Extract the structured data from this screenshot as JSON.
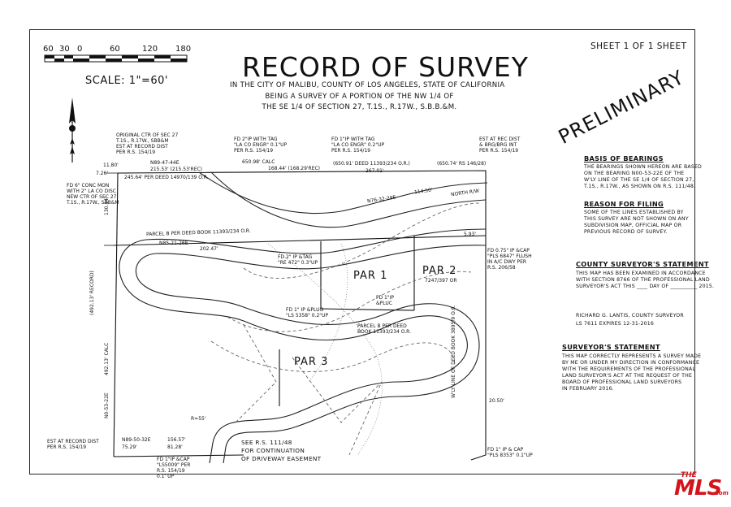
{
  "scale_bar": {
    "ticks": [
      "60",
      "30",
      "0",
      "60",
      "120",
      "180"
    ],
    "label": "SCALE: 1\"=60'"
  },
  "title": {
    "main": "RECORD OF SURVEY",
    "line1": "IN THE CITY OF MALIBU, COUNTY OF LOS ANGELES, STATE OF CALIFORNIA",
    "line2": "BEING A SURVEY OF A PORTION OF THE NW 1/4 OF",
    "line3": "THE SE 1/4 OF SECTION 27, T.1S., R.17W., S.B.B.&M."
  },
  "sheet": "SHEET 1 OF 1 SHEET",
  "preliminary": "PRELIMINARY",
  "basis_of_bearings": {
    "heading": "BASIS OF BEARINGS",
    "lines": [
      "THE BEARINGS SHOWN HEREON ARE BASED",
      "ON THE BEARING N00-53-22E OF THE",
      "W'LY LINE OF THE SE 1/4 OF SECTION 27,",
      "T.1S., R.17W., AS SHOWN ON R.S. 111/48."
    ]
  },
  "reason_for_filing": {
    "heading": "REASON FOR FILING",
    "lines": [
      "SOME OF THE LINES ESTABLISHED BY",
      "THIS SURVEY ARE NOT SHOWN ON ANY",
      "SUBDIVISION MAP, OFFICIAL MAP OR",
      "PREVIOUS RECORD OF SURVEY."
    ]
  },
  "county_surveyor": {
    "heading": "COUNTY SURVEYOR'S STATEMENT",
    "lines": [
      "THIS MAP HAS BEEN EXAMINED IN ACCORDANCE",
      "WITH SECTION 8766 OF THE PROFESSIONAL LAND",
      "SURVEYOR'S ACT THIS ____ DAY OF __________ 2015."
    ],
    "sig1": "RICHARD G. LANTIS, COUNTY SURVEYOR",
    "sig2": "LS 7611   EXPIRES 12-31-2016"
  },
  "surveyor": {
    "heading": "SURVEYOR'S STATEMENT",
    "lines": [
      "THIS MAP CORRECTLY REPRESENTS A SURVEY MADE",
      "BY ME OR UNDER MY DIRECTION IN CONFORMANCE",
      "WITH THE REQUIREMENTS OF THE PROFESSIONAL",
      "LAND SURVEYOR'S ACT AT THE REQUEST OF THE",
      "BOARD OF PROFESSIONAL LAND SURVEYORS",
      "IN FEBRUARY 2016."
    ]
  },
  "map_notes": {
    "orig_ctr": "ORIGINAL CTR OF SEC 27\nT.1S., R.17W., SBB&M\nEST AT RECORD DIST\nPER R.S. 154/19",
    "fd2ip": "FD 2\"IP WITH TAG\n\"LA CO ENGR\" 0.1\"UP\nPER R.S. 154/19",
    "fd1ip_top": "FD 1\"IP WITH TAG\n\"LA CO ENGR\" 0.2\"UP\nPER R.S. 154/19",
    "est_rec_top": "EST AT REC DIST\n& BRG/BRG INT\nPER R.S. 154/19",
    "fd6": "FD 6\" CONC MON\nWITH 2\" LA CO DISC\nNEW CTR OF SEC 27\nT.1S., R.17W., SBB&M",
    "n89_top": "N89-47-44E",
    "d215": "215.53' (215.53'REC)",
    "d245": "245.64' PER DEED 14970/139 O.R.",
    "d650calc": "650.98' CALC",
    "d168": "168.44' (168.29'REC)",
    "d650deed": "(650.91' DEED 11393/234 O.R.)",
    "d650rs": "(650.74' RS 146/28)",
    "d267": "267.01'",
    "n76": "N76-32-29E",
    "d114": "114.50'",
    "north_row": "NORTH R/W",
    "parcel_b_top": "PARCEL B PER DEED BOOK 11393/234 O.R.",
    "n85": "N85-21-26E",
    "d202": "202.47'",
    "fd2ip_re": "FD 2\" IP &TAG\n\"RE 472\" 0.3\"UP",
    "par1": "PAR 1",
    "par2": "PAR 2",
    "par3": "PAR 3",
    "fd075": "FD 0.75\" IP &CAP\n\"PLS 6847\" FLUSH\nIN A/C DWY PER\nR.S. 206/58",
    "fd1ip_plug": "FD 1\" IP &PLUG\n\"LS 5358\" 0.2\"UP",
    "fd1ip_pluc": "FD 1\"IP\n&PLUC",
    "parcel_b_mid": "PARCEL B PER DEED\nBOOK 11393/234 O.R.",
    "d7247": "7247/397 OR",
    "wly_deed": "W'LY LINE OF DEED BOOK 3895/9 O.R.",
    "d492rec": "(492.13' RECORD)",
    "d492calc": "492.13' CALC",
    "n00": "N0-53-22E",
    "d130": "130.14'",
    "est_rec_bot": "EST AT RECORD DIST\nPER R.S. 154/19",
    "n89_bot": "N89-50-32E",
    "d75": "75.29'",
    "d156": "156.57'",
    "d81": "81.28'",
    "fd1ip_cap": "FD 1\"IP &CAP\n\"LS5009\" PER\nR.S. 154/19\n0.1' UP",
    "see_rs": "SEE R.S. 111/48\nFOR CONTINUATION\nOF DRIVEWAY EASEMENT",
    "fd1ip_8353": "FD 1\" IP & CAP\n\"PLS 8353\" 0.1\"UP",
    "d20": "20.50'",
    "d11": "11.80'",
    "d726": "7.26'",
    "d593": "5.93'",
    "r55": "R=55'"
  },
  "logo": {
    "the": "THE",
    "mls": "MLS",
    "com": ".com"
  },
  "colors": {
    "ink": "#111111",
    "logo_red": "#d4141c"
  }
}
